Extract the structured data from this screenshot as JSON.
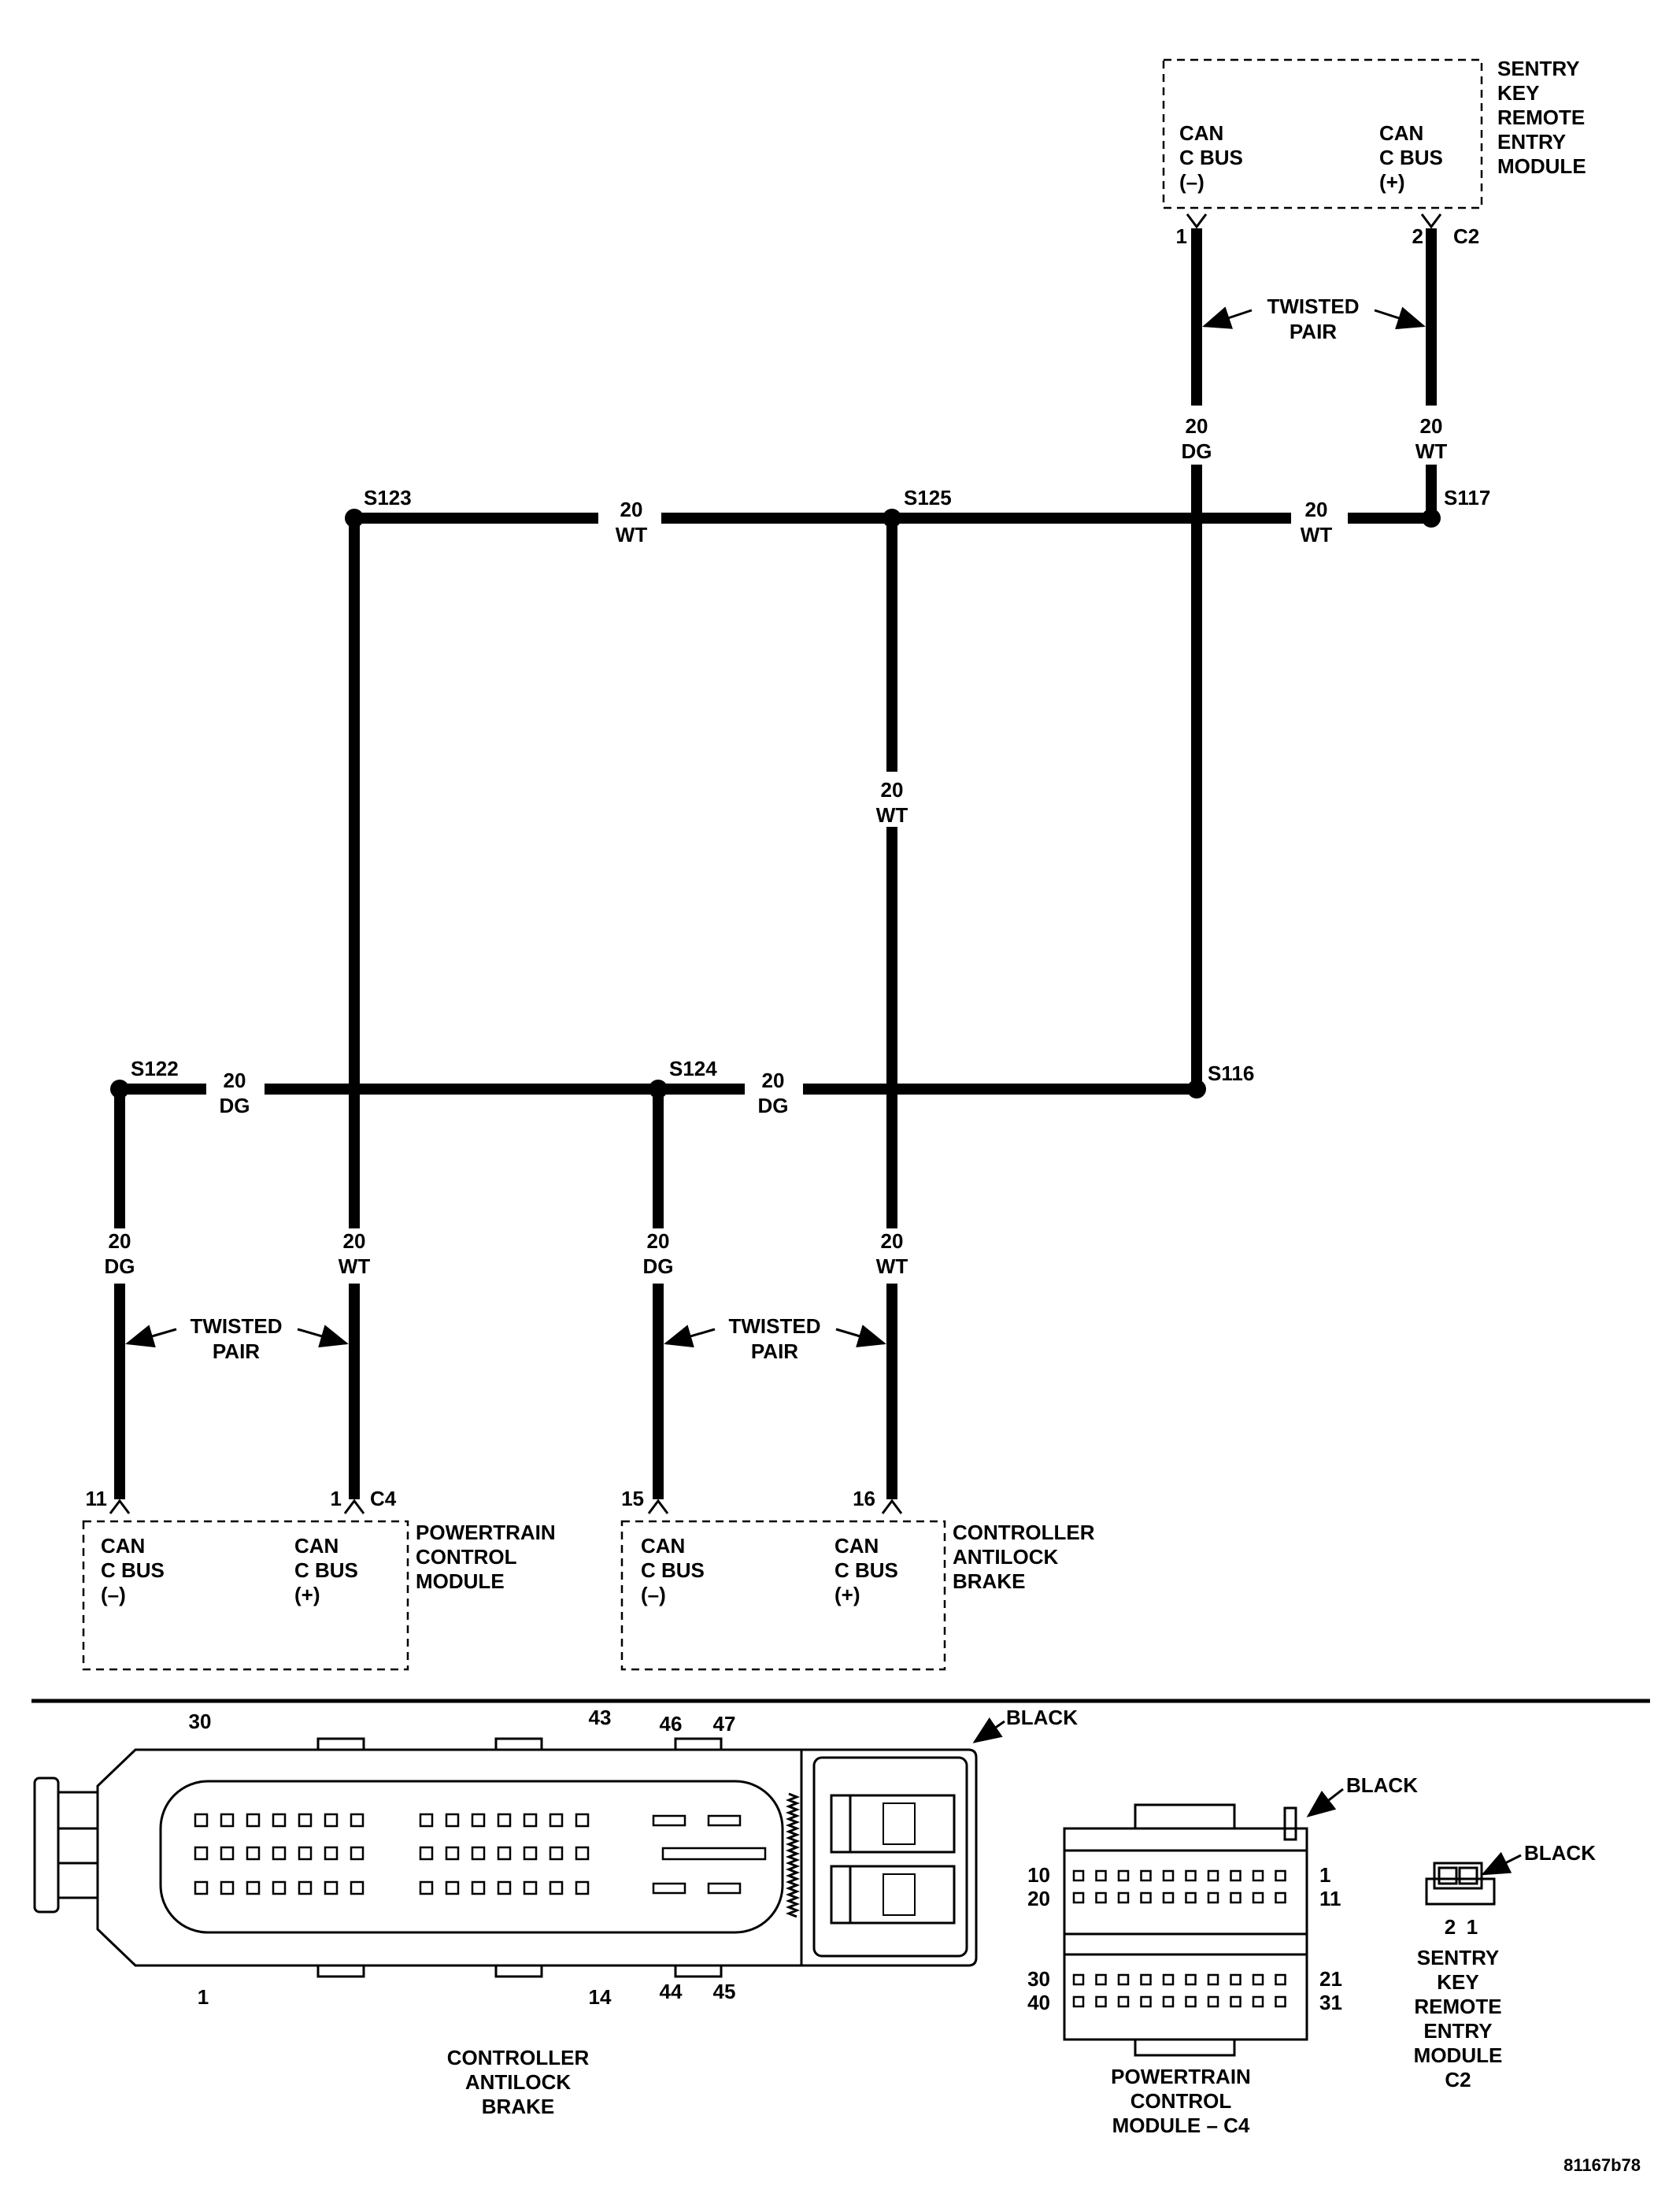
{
  "modules": {
    "skrem": {
      "name_lines": [
        "SENTRY",
        "KEY",
        "REMOTE",
        "ENTRY",
        "MODULE"
      ],
      "left_lines": [
        "CAN",
        "C BUS",
        "(–)"
      ],
      "right_lines": [
        "CAN",
        "C BUS",
        "(+)"
      ],
      "pin_left": "1",
      "pin_right": "2",
      "connector": "C2"
    },
    "pcm": {
      "name_lines": [
        "POWERTRAIN",
        "CONTROL",
        "MODULE"
      ],
      "left_lines": [
        "CAN",
        "C BUS",
        "(–)"
      ],
      "right_lines": [
        "CAN",
        "C BUS",
        "(+)"
      ],
      "pin_left": "11",
      "pin_right": "1",
      "connector": "C4"
    },
    "cab": {
      "name_lines": [
        "CONTROLLER",
        "ANTILOCK",
        "BRAKE"
      ],
      "left_lines": [
        "CAN",
        "C BUS",
        "(–)"
      ],
      "right_lines": [
        "CAN",
        "C BUS",
        "(+)"
      ],
      "pin_left": "15",
      "pin_right": "16"
    }
  },
  "splices": {
    "s122": "S122",
    "s123": "S123",
    "s124": "S124",
    "s125": "S125",
    "s116": "S116",
    "s117": "S117"
  },
  "wire_labels": {
    "gauge": "20",
    "dg": "DG",
    "wt": "WT"
  },
  "twisted_pair": [
    "TWISTED",
    "PAIR"
  ],
  "connector_views": {
    "cab": {
      "pins_top": [
        "30",
        "43",
        "46",
        "47"
      ],
      "pins_bottom": [
        "1",
        "14",
        "44",
        "45"
      ],
      "color": "BLACK",
      "caption": [
        "CONTROLLER",
        "ANTILOCK",
        "BRAKE"
      ]
    },
    "pcm": {
      "pins_left": [
        "10",
        "20",
        "30",
        "40"
      ],
      "pins_right": [
        "1",
        "11",
        "21",
        "31"
      ],
      "color": "BLACK",
      "caption": [
        "POWERTRAIN",
        "CONTROL",
        "MODULE – C4"
      ]
    },
    "skrem": {
      "pins": [
        "2",
        "1"
      ],
      "color": "BLACK",
      "caption": [
        "SENTRY",
        "KEY",
        "REMOTE",
        "ENTRY",
        "MODULE",
        "C2"
      ]
    }
  },
  "figure_id": "81167b78"
}
